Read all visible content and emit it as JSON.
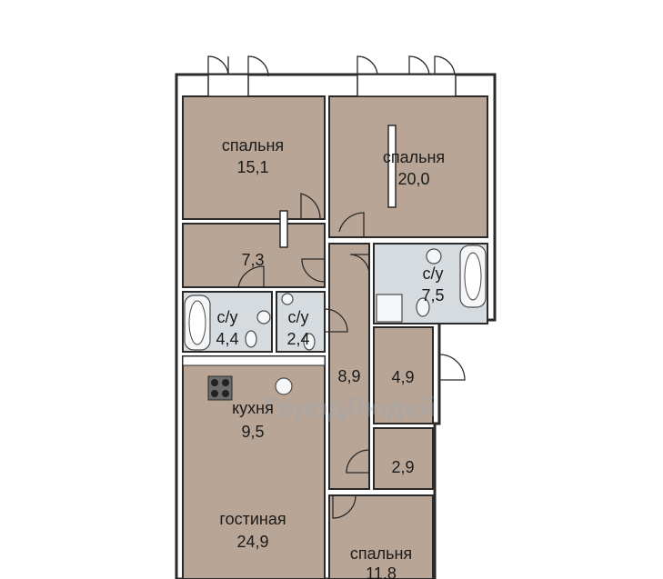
{
  "plan": {
    "rooms": {
      "bedroom_nw": {
        "name": "спальня",
        "area": "15,1"
      },
      "bedroom_ne": {
        "name": "спальня",
        "area": "20,0"
      },
      "corridor_7": {
        "area": "7,3"
      },
      "bath_large": {
        "name": "с/у",
        "area": "7,5"
      },
      "bath_small_1": {
        "name": "с/у",
        "area": "4,4"
      },
      "bath_small_2": {
        "name": "с/у",
        "area": "2,4"
      },
      "hall": {
        "area": "8,9"
      },
      "storage_1": {
        "area": "4,9"
      },
      "storage_2": {
        "area": "2,9"
      },
      "kitchen": {
        "name": "кухня",
        "area": "9,5"
      },
      "living": {
        "name": "гостиная",
        "area": "24,9"
      },
      "bedroom_s": {
        "name": "спальня",
        "area": "11,8"
      }
    },
    "watermark": "ГородЛюдей",
    "colors": {
      "floor": "#b8a595",
      "tile": "#d6dbe0",
      "wall": "#2a2a2a"
    }
  }
}
